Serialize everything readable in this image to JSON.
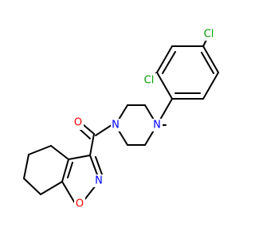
{
  "colors": {
    "bond": "#000000",
    "carbon": "#000000",
    "nitrogen": "#0000ff",
    "oxygen": "#ff0000",
    "chlorine": "#00a000",
    "background": "#ffffff"
  },
  "atoms": {
    "cl_top": {
      "label": "Cl",
      "element": "chlorine"
    },
    "cl_left": {
      "label": "Cl",
      "element": "chlorine"
    },
    "n_piperazine_right": {
      "label": "N",
      "element": "nitrogen"
    },
    "n_piperazine_left": {
      "label": "N",
      "element": "nitrogen"
    },
    "o_carbonyl": {
      "label": "O",
      "element": "oxygen"
    },
    "n_isoxazole": {
      "label": "N",
      "element": "nitrogen"
    },
    "o_isoxazole": {
      "label": "O",
      "element": "oxygen"
    }
  }
}
